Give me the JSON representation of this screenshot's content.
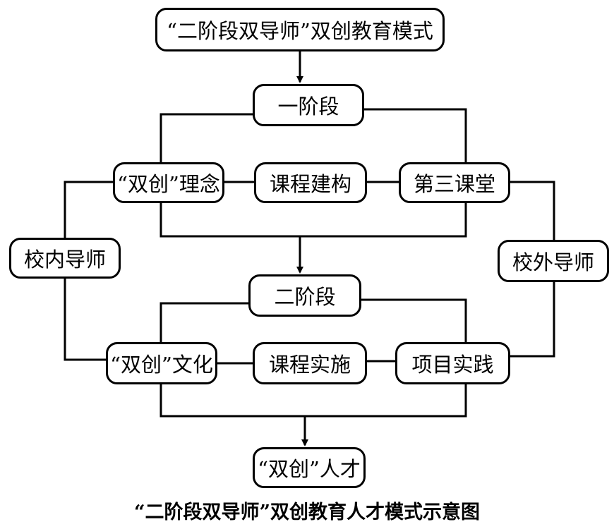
{
  "nodes": {
    "top": "“二阶段双导师”双创教育模式",
    "stage1": "一阶段",
    "concept": "“双创”理念",
    "course_build": "课程建构",
    "third_class": "第三课堂",
    "inner_mentor": "校内导师",
    "outer_mentor": "校外导师",
    "stage2": "二阶段",
    "culture": "“双创”文化",
    "course_impl": "课程实施",
    "project": "项目实践",
    "talent": "“双创”人才"
  },
  "caption": "“二阶段双导师”双创教育人才模式示意图",
  "edges": [
    {
      "from": "top",
      "to": "stage1",
      "arrow": true
    },
    {
      "from": "stage1",
      "to": "concept",
      "arrow": false
    },
    {
      "from": "stage1",
      "to": "third_class",
      "arrow": false
    },
    {
      "from": "concept",
      "to": "course_build",
      "arrow": false
    },
    {
      "from": "course_build",
      "to": "third_class",
      "arrow": false
    },
    {
      "from": "concept",
      "to": "stage2",
      "arrow": true
    },
    {
      "from": "third_class",
      "to": "stage2",
      "arrow": true
    },
    {
      "from": "concept",
      "to": "inner_mentor",
      "arrow": false
    },
    {
      "from": "inner_mentor",
      "to": "culture",
      "arrow": false
    },
    {
      "from": "third_class",
      "to": "outer_mentor",
      "arrow": false
    },
    {
      "from": "outer_mentor",
      "to": "project",
      "arrow": false
    },
    {
      "from": "stage2",
      "to": "culture",
      "arrow": false
    },
    {
      "from": "stage2",
      "to": "project",
      "arrow": false
    },
    {
      "from": "culture",
      "to": "course_impl",
      "arrow": false
    },
    {
      "from": "course_impl",
      "to": "project",
      "arrow": false
    },
    {
      "from": "culture",
      "to": "talent",
      "arrow": true
    },
    {
      "from": "project",
      "to": "talent",
      "arrow": true
    }
  ]
}
